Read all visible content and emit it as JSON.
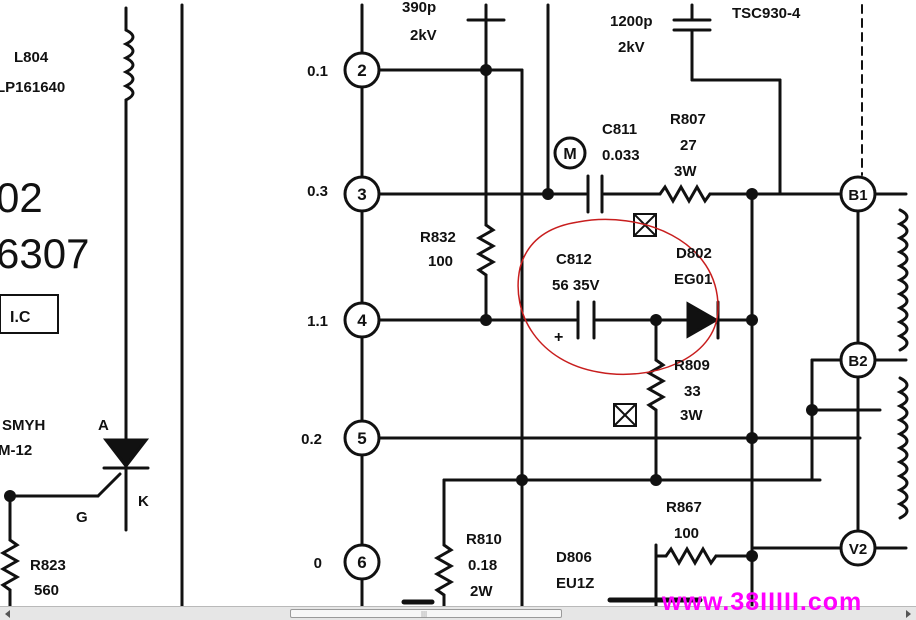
{
  "nodes": {
    "pin_2": "2",
    "pin_3": "3",
    "pin_4": "4",
    "pin_5": "5",
    "pin_6": "6",
    "voltage_2": "0.1",
    "voltage_3": "0.3",
    "voltage_4": "1.1",
    "voltage_5": "0.2",
    "voltage_6": "0",
    "m": "M",
    "b1": "B1",
    "b2": "B2",
    "v2": "V2"
  },
  "parts": {
    "l804_ref": "L804",
    "l804_val": "LP161640",
    "ic_partial_a": "02",
    "ic_partial_b": "6307",
    "ic_box": "I.C",
    "scr_partial_a": "SMYH",
    "scr_partial_b": "M-12",
    "scr_anode": "A",
    "scr_cathode": "K",
    "scr_gate": "G",
    "r823_ref": "R823",
    "r823_val": "560",
    "cap_top_left_val": "390p",
    "cap_top_left_volt": "2kV",
    "cap_top_right_val": "1200p",
    "cap_top_right_volt": "2kV",
    "tsc": "TSC930-4",
    "c811_ref": "C811",
    "c811_val": "0.033",
    "r807_ref": "R807",
    "r807_val": "27",
    "r807_pow": "3W",
    "r832_ref": "R832",
    "r832_val": "100",
    "c812_ref": "C812",
    "c812_val": "56 35V",
    "c812_plus": "+",
    "d802_ref": "D802",
    "d802_val": "EG01",
    "r809_ref": "R809",
    "r809_val": "33",
    "r809_pow": "3W",
    "r810_ref": "R810",
    "r810_val": "0.18",
    "r810_pow": "2W",
    "d806_ref": "D806",
    "d806_val": "EU1Z",
    "r867_ref": "R867",
    "r867_val": "100"
  },
  "watermark": "www.38IIIII.com"
}
